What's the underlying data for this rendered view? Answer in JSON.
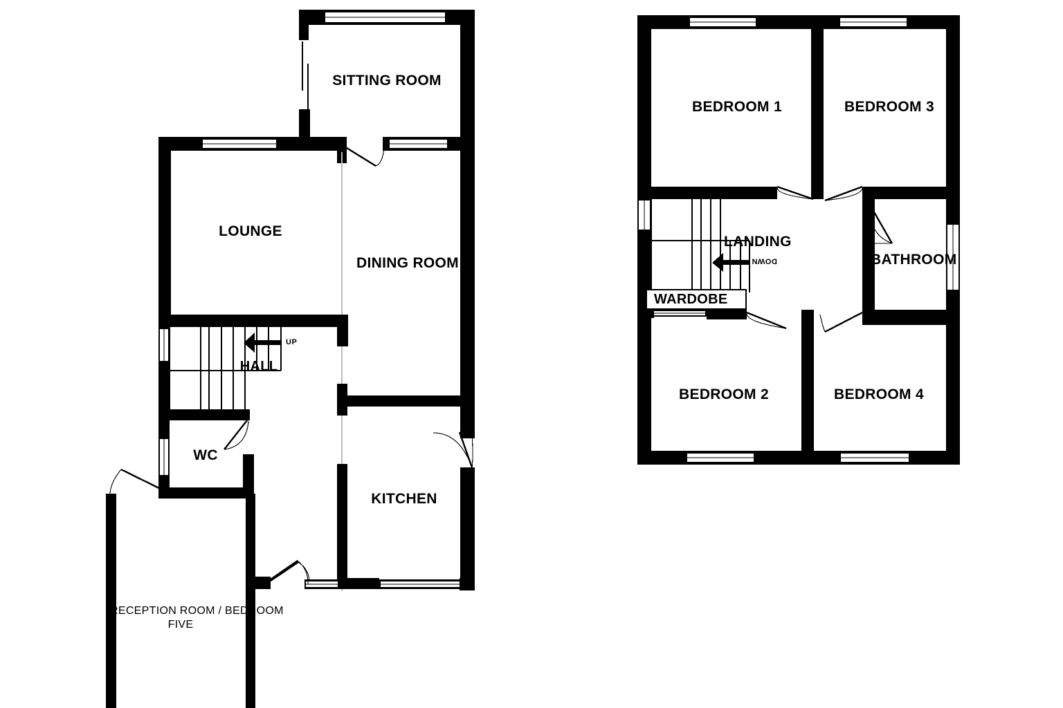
{
  "document": {
    "type": "residential-floor-plan",
    "sheet_background": "#FFFFFF",
    "wall_color": "#000000",
    "text_color": "#000000",
    "plans": [
      {
        "name": "ground-floor",
        "position": "left"
      },
      {
        "name": "first-floor",
        "position": "right"
      }
    ]
  },
  "ground_floor": {
    "rooms": {
      "sitting_room": {
        "label": "SITTING ROOM"
      },
      "lounge": {
        "label": "LOUNGE"
      },
      "dining_room": {
        "label": "DINING ROOM"
      },
      "hall": {
        "label": "HALL"
      },
      "wc": {
        "label": "WC"
      },
      "kitchen": {
        "label": "KITCHEN"
      },
      "reception_room": {
        "label_line1": "RECEPTION ROOM / BEDROOM",
        "label_line2": "FIVE"
      }
    },
    "stairs": {
      "direction_label": "UP",
      "arrow": "left-arrow-icon"
    }
  },
  "first_floor": {
    "rooms": {
      "bedroom_1": {
        "label": "BEDROOM 1"
      },
      "bedroom_3": {
        "label": "BEDROOM 3"
      },
      "bedroom_2": {
        "label": "BEDROOM 2"
      },
      "bedroom_4": {
        "label": "BEDROOM 4"
      },
      "bathroom": {
        "label": "BATHROOM"
      },
      "landing": {
        "label": "LANDING"
      },
      "wardrobe": {
        "label": "WARDOBE"
      }
    },
    "stairs": {
      "direction_label": "DOWN",
      "direction_label_rotated": true,
      "arrow": "left-arrow-icon"
    }
  }
}
